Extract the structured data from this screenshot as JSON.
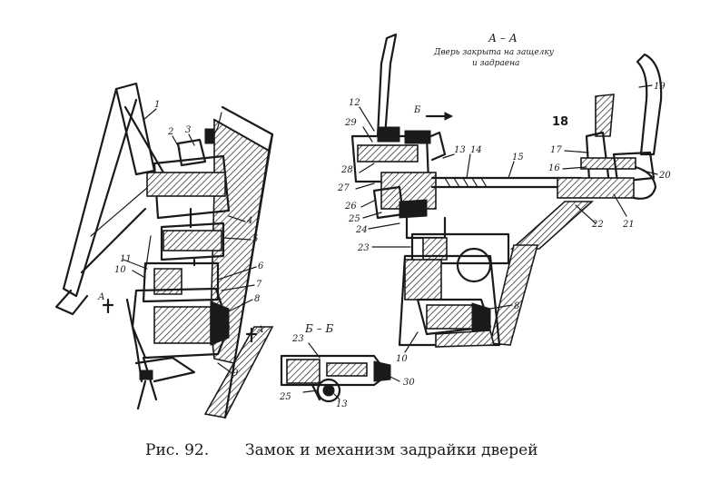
{
  "caption": {
    "figure_number": "Рис. 92.",
    "title": "Замок и механизм задрайки дверей"
  },
  "section_aa": {
    "title": "А – А",
    "subtitle_line1": "Дверь закрыта на защелку",
    "subtitle_line2": "и задраена"
  },
  "section_bb": {
    "title": "Б – Б"
  },
  "section_marks": {
    "a_left": "А",
    "a_right": "А",
    "b_arrow": "Б"
  },
  "callouts_left": [
    "1",
    "2",
    "3",
    "4",
    "5",
    "6",
    "7",
    "8",
    "9",
    "10",
    "11"
  ],
  "callouts_right": [
    "12",
    "29",
    "28",
    "27",
    "26",
    "25",
    "24",
    "23",
    "13",
    "14",
    "15",
    "16",
    "17",
    "19",
    "20",
    "21",
    "22",
    "8",
    "10"
  ],
  "callouts_bb": [
    "23",
    "25",
    "13",
    "30"
  ],
  "label_18": "18"
}
